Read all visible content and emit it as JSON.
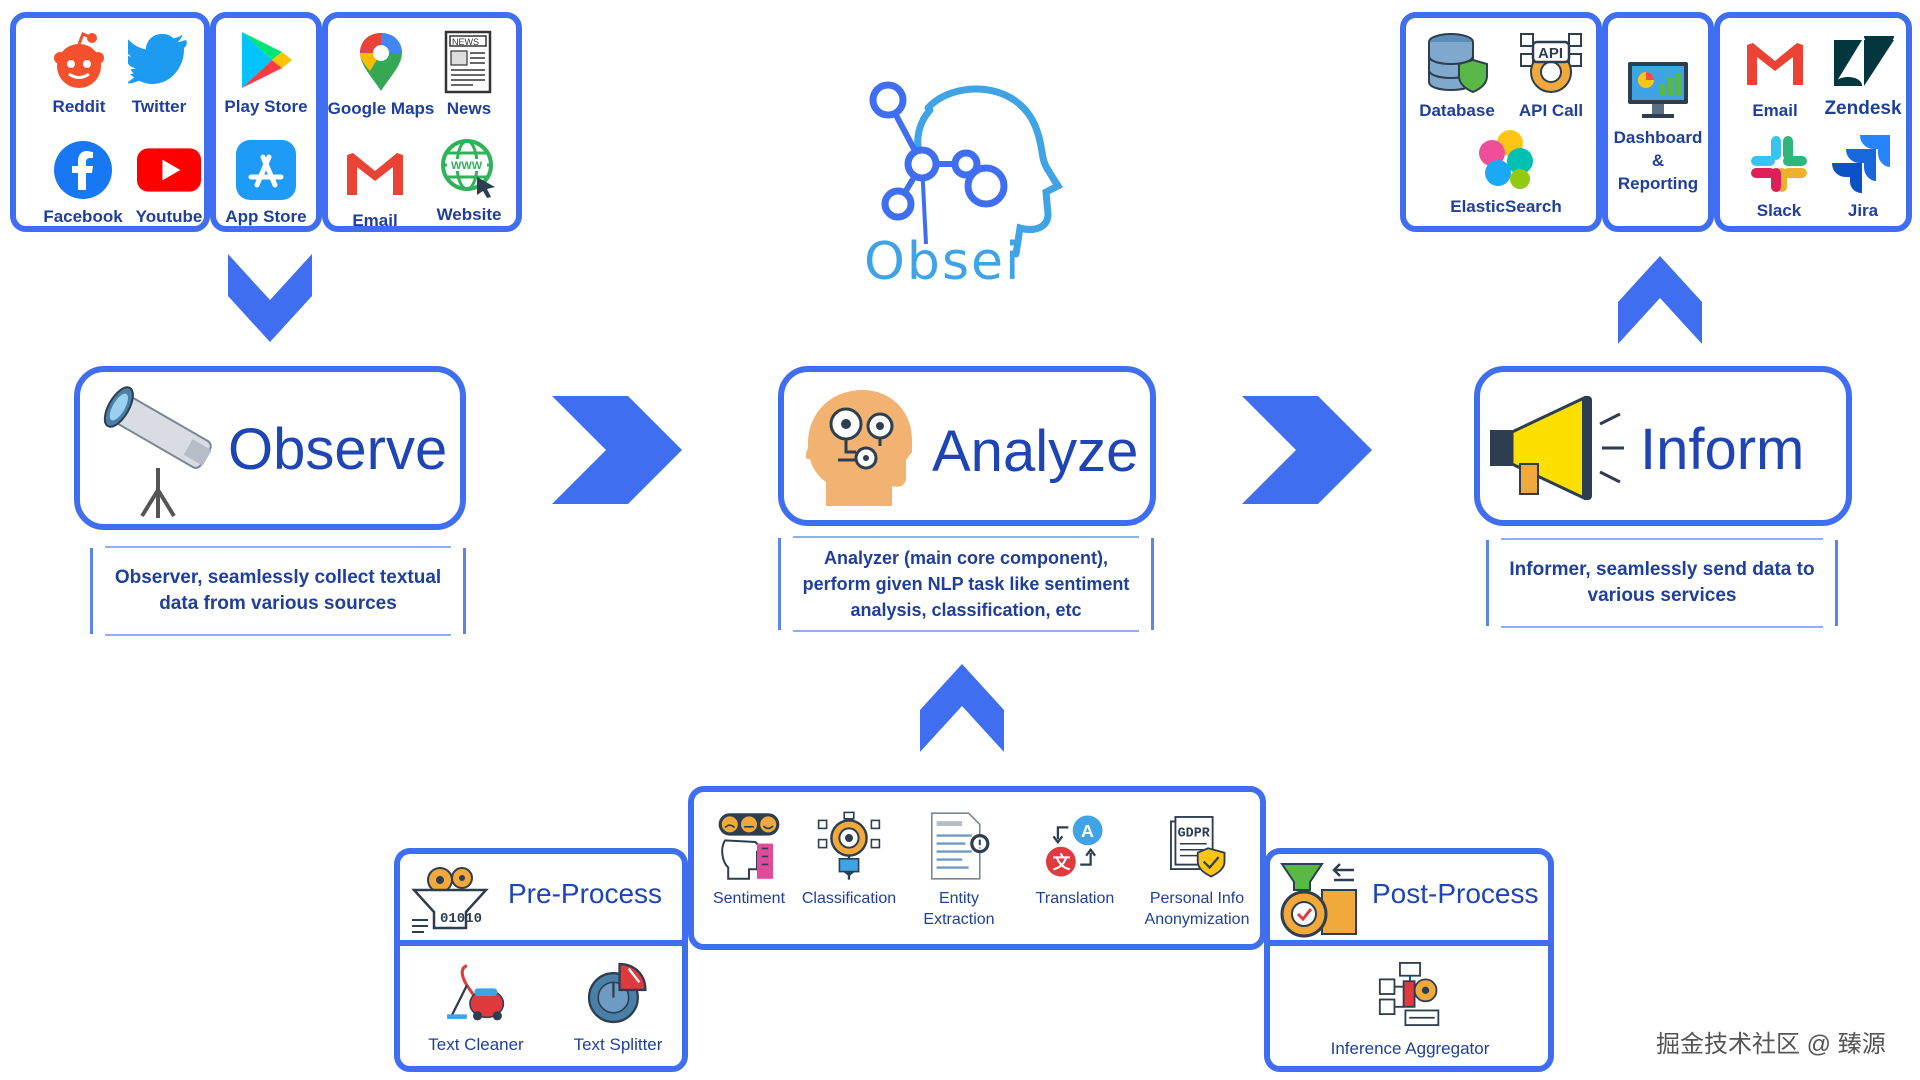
{
  "logo": {
    "text": "Obsei"
  },
  "sources": {
    "group1": [
      {
        "label": "Reddit",
        "icon": "reddit-icon"
      },
      {
        "label": "Twitter",
        "icon": "twitter-icon"
      },
      {
        "label": "Facebook",
        "icon": "facebook-icon"
      },
      {
        "label": "Youtube",
        "icon": "youtube-icon"
      }
    ],
    "group2": [
      {
        "label": "Play Store",
        "icon": "play-store-icon"
      },
      {
        "label": "App Store",
        "icon": "app-store-icon"
      }
    ],
    "group3": [
      {
        "label": "Google Maps",
        "icon": "google-maps-icon"
      },
      {
        "label": "News",
        "icon": "news-icon"
      },
      {
        "label": "Email",
        "icon": "email-icon"
      },
      {
        "label": "Website",
        "icon": "website-icon"
      }
    ]
  },
  "sinks": {
    "group1": [
      {
        "label": "Database",
        "icon": "database-icon"
      },
      {
        "label": "API Call",
        "icon": "api-icon"
      },
      {
        "label": "ElasticSearch",
        "icon": "elasticsearch-icon"
      }
    ],
    "group2": [
      {
        "label": "Dashboard\n&\nReporting",
        "icon": "dashboard-icon"
      }
    ],
    "group3": [
      {
        "label": "Email",
        "icon": "email-icon"
      },
      {
        "label": "Zendesk",
        "icon": "zendesk-icon"
      },
      {
        "label": "Slack",
        "icon": "slack-icon"
      },
      {
        "label": "Jira",
        "icon": "jira-icon"
      }
    ]
  },
  "stages": {
    "observe": {
      "title": "Observe",
      "description": "Observer, seamlessly collect textual data from various sources"
    },
    "analyze": {
      "title": "Analyze",
      "description": "Analyzer (main core component), perform given NLP task like sentiment analysis, classification, etc"
    },
    "inform": {
      "title": "Inform",
      "description": "Informer, seamlessly send data to various services"
    }
  },
  "preprocess": {
    "title": "Pre-Process",
    "items": [
      {
        "label": "Text Cleaner"
      },
      {
        "label": "Text Splitter"
      }
    ]
  },
  "tasks": [
    {
      "label": "Sentiment"
    },
    {
      "label": "Classification"
    },
    {
      "label": "Entity\nExtraction"
    },
    {
      "label": "Translation"
    },
    {
      "label": "Personal Info\nAnonymization"
    }
  ],
  "postprocess": {
    "title": "Post-Process",
    "items": [
      {
        "label": "Inference Aggregator"
      }
    ]
  },
  "watermark": "掘金技术社区 @ 臻源",
  "colors": {
    "accent": "#3f6ff0",
    "text": "#1f3f9a"
  }
}
